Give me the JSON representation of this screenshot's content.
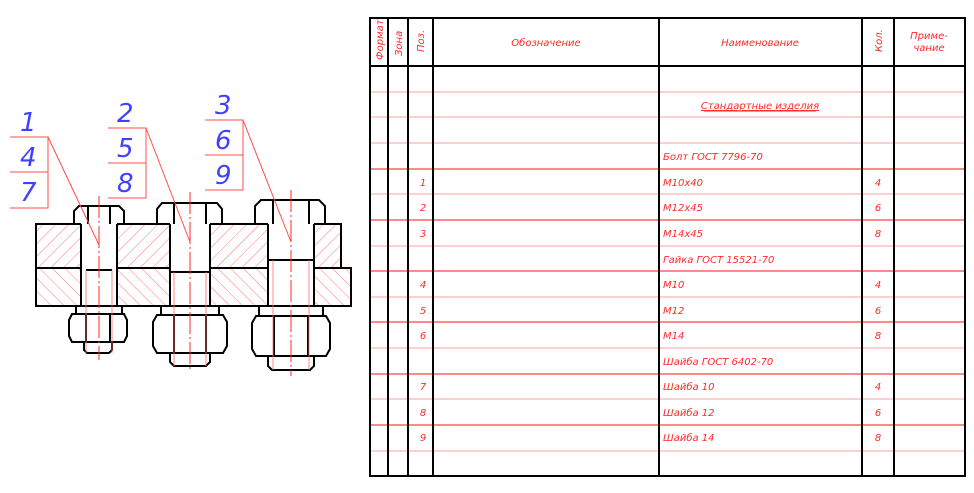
{
  "colors": {
    "outline": "#000000",
    "text": "#ff2a2a",
    "row_line_light": "#ffb3b3",
    "row_line_strong": "#ff4040",
    "leader_labels": "#4040ff",
    "hatch": "#ff6a6a"
  },
  "drawing": {
    "callouts": [
      {
        "labels": [
          "1",
          "4",
          "7"
        ]
      },
      {
        "labels": [
          "2",
          "5",
          "8"
        ]
      },
      {
        "labels": [
          "3",
          "6",
          "9"
        ]
      }
    ]
  },
  "spec_table": {
    "headers": {
      "format": "Формат",
      "zone": "Зона",
      "pos": "Поз.",
      "designation": "Обозначение",
      "name": "Наименование",
      "qty": "Кол.",
      "note_line1": "Приме-",
      "note_line2": "чание"
    },
    "rows": [
      {
        "pos": "",
        "name": "",
        "qty": "",
        "kind": "empty"
      },
      {
        "pos": "",
        "name": "Стандартные изделия",
        "qty": "",
        "kind": "section"
      },
      {
        "pos": "",
        "name": "",
        "qty": "",
        "kind": "empty"
      },
      {
        "pos": "",
        "name": "Болт ГОСТ 7796-70",
        "qty": "",
        "kind": "group"
      },
      {
        "pos": "1",
        "name": "М10х40",
        "qty": "4",
        "kind": "item"
      },
      {
        "pos": "2",
        "name": "М12х45",
        "qty": "6",
        "kind": "item"
      },
      {
        "pos": "3",
        "name": "М14х45",
        "qty": "8",
        "kind": "item"
      },
      {
        "pos": "",
        "name": "Гайка ГОСТ 15521-70",
        "qty": "",
        "kind": "group"
      },
      {
        "pos": "4",
        "name": "М10",
        "qty": "4",
        "kind": "item"
      },
      {
        "pos": "5",
        "name": "М12",
        "qty": "6",
        "kind": "item"
      },
      {
        "pos": "6",
        "name": "М14",
        "qty": "8",
        "kind": "item"
      },
      {
        "pos": "",
        "name": "Шайба ГОСТ 6402-70",
        "qty": "",
        "kind": "group"
      },
      {
        "pos": "7",
        "name": "Шайба 10",
        "qty": "4",
        "kind": "item"
      },
      {
        "pos": "8",
        "name": "Шайба 12",
        "qty": "6",
        "kind": "item"
      },
      {
        "pos": "9",
        "name": "Шайба 14",
        "qty": "8",
        "kind": "item"
      },
      {
        "pos": "",
        "name": "",
        "qty": "",
        "kind": "empty"
      }
    ]
  }
}
